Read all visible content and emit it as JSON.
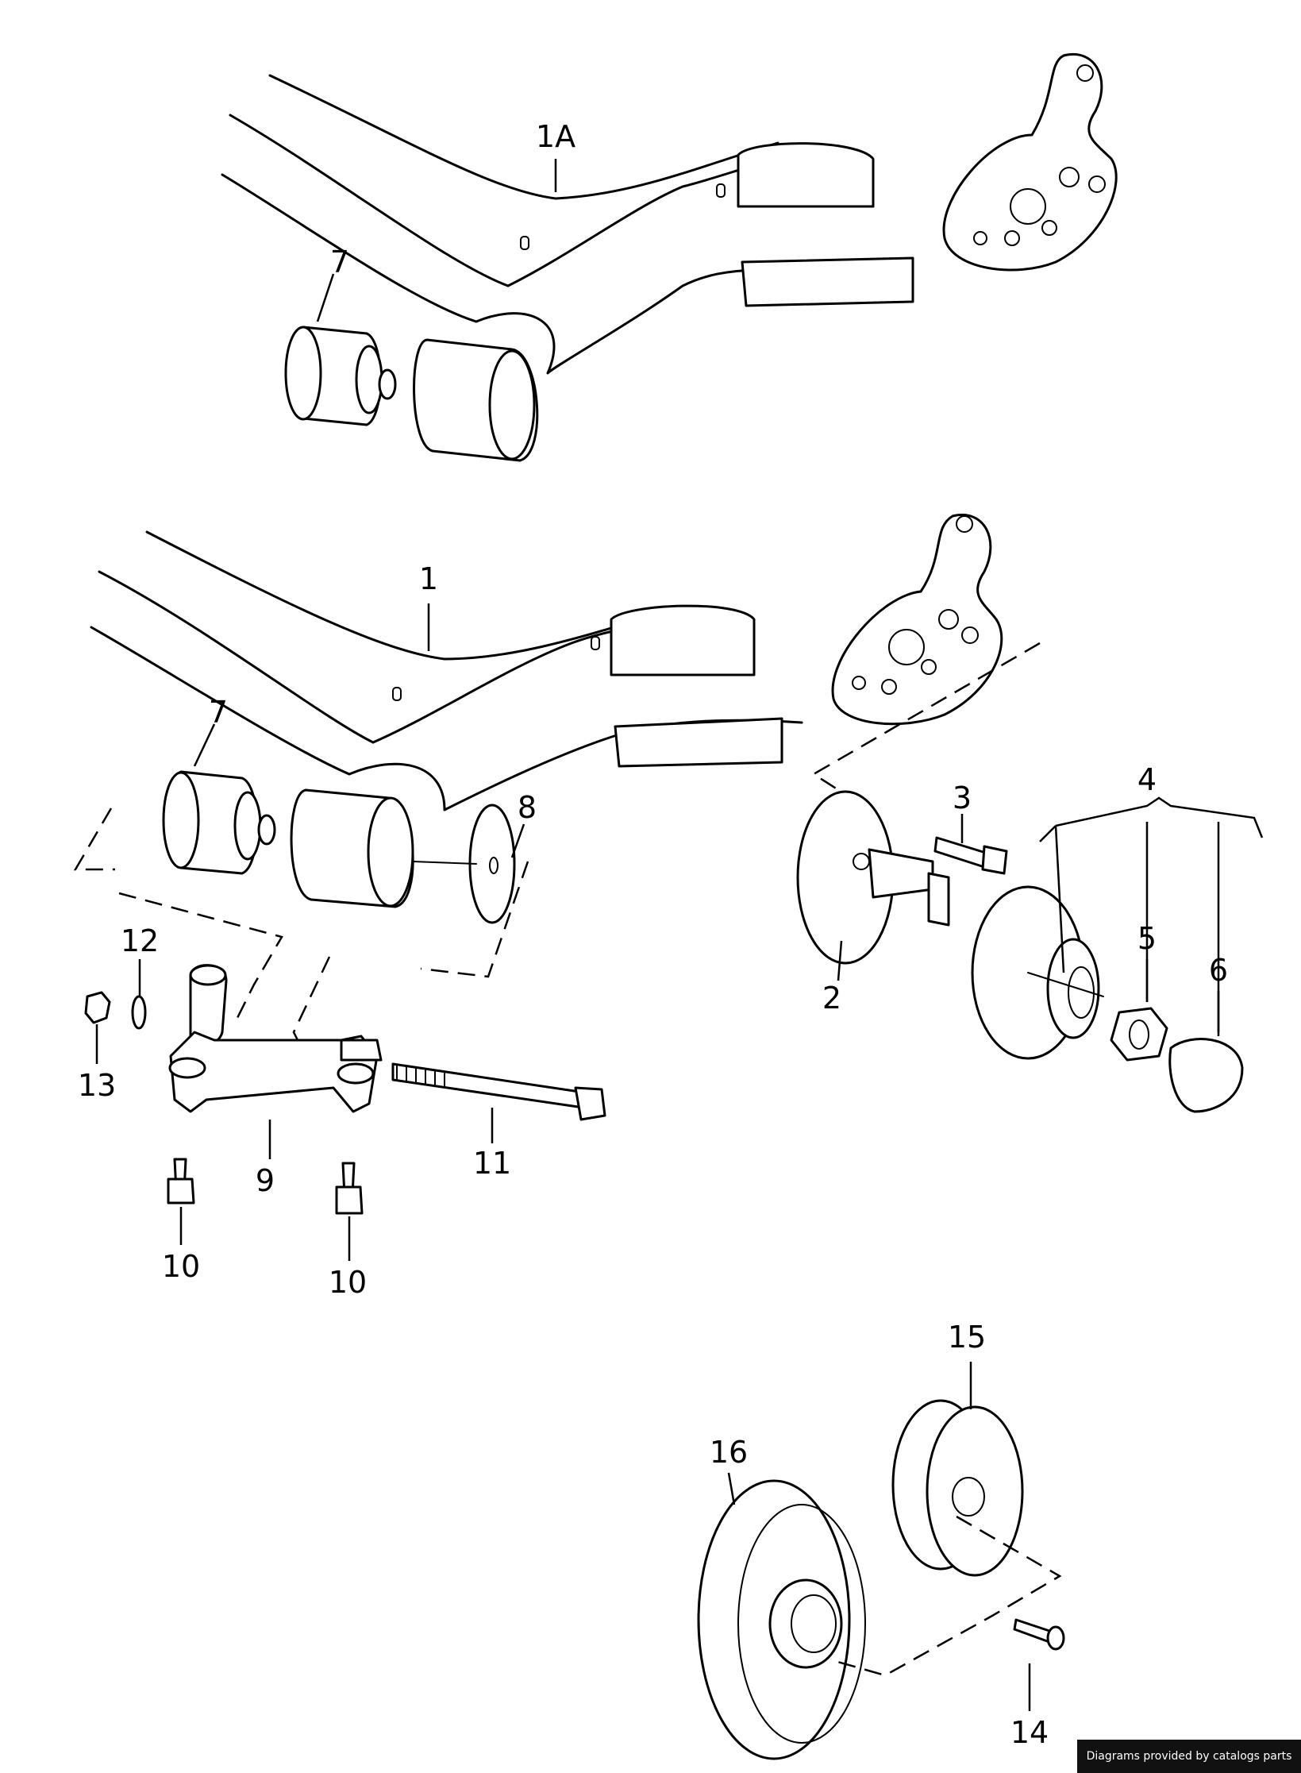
{
  "labels": {
    "l1A": "1A",
    "l1": "1",
    "l2": "2",
    "l3": "3",
    "l4": "4",
    "l5": "5",
    "l6": "6",
    "l7a": "7",
    "l7b": "7",
    "l8": "8",
    "l9": "9",
    "l10a": "10",
    "l10b": "10",
    "l11": "11",
    "l12": "12",
    "l13": "13",
    "l14": "14",
    "l15": "15",
    "l16": "16"
  },
  "footer": {
    "credit": "Diagrams provided by catalogs parts"
  }
}
